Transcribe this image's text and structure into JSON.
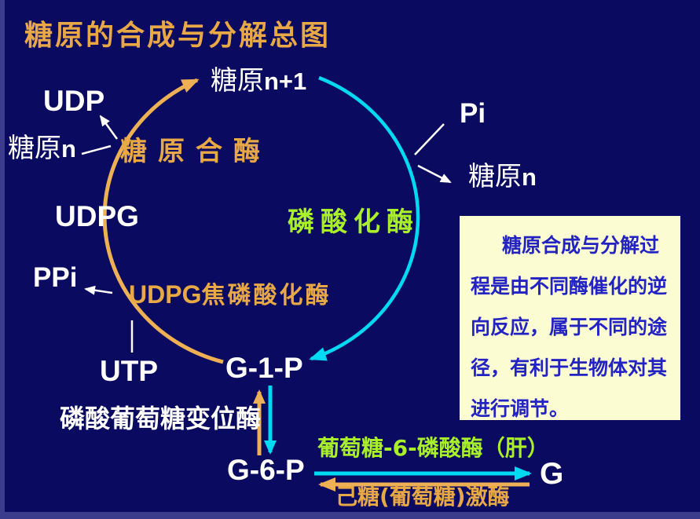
{
  "slide": {
    "title": "糖原的合成与分解总图",
    "colors": {
      "background": "#0a0a60",
      "edge": "#3c3c8c",
      "orange": "#e8a845",
      "cyan": "#00d9f2",
      "green": "#a9f02a",
      "white": "#ffffff",
      "note_bg": "#fcfcd2",
      "note_text": "#2323c4"
    }
  },
  "cycle": {
    "glycogen_n_plus_1": {
      "zh": "糖原",
      "sub": "n+1"
    },
    "udp": "UDP",
    "glycogen_n_left": {
      "zh": "糖原",
      "sub": "n"
    },
    "glycogen_synthase": "糖原合酶",
    "udpg": "UDPG",
    "phosphorylase": "磷酸化酶",
    "pi": "Pi",
    "glycogen_n_right": {
      "zh": "糖原",
      "sub": "n"
    },
    "ppi": "PPi",
    "udpg_pyrophosphorylase": {
      "latin": "UDPG",
      "zh": "焦磷酸化酶"
    },
    "utp": "UTP",
    "g1p": "G-1-P"
  },
  "note_box": {
    "lines": [
      "糖原合成与分解过",
      "程是由不同酶催化的逆",
      "向反应，属于不同的途",
      "径，有利于生物体对其",
      "进行调节。"
    ]
  },
  "bottom": {
    "phosphoglucomutase": "磷酸葡萄糖变位酶",
    "g6p": "G-6-P",
    "glucose_6_phosphatase": "葡萄糖-6-磷酸酶（肝）",
    "hexokinase": "己糖(葡萄糖)激酶",
    "g": "G"
  }
}
